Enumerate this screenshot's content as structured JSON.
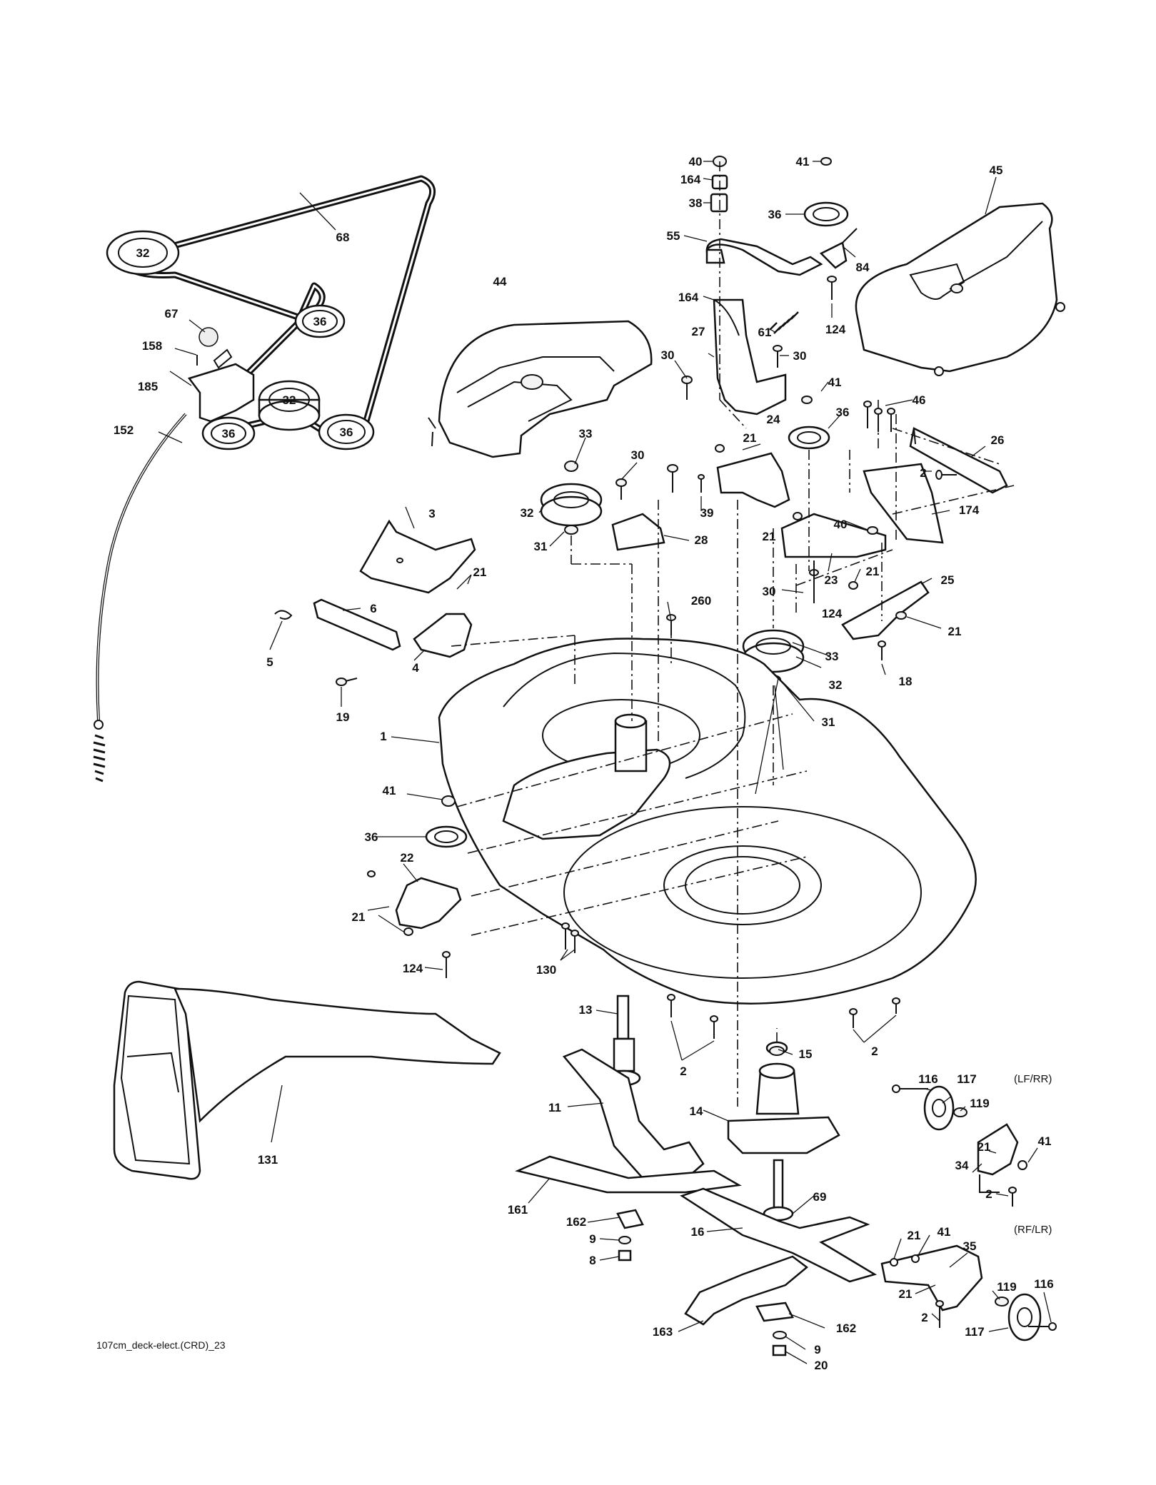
{
  "caption": "107cm_deck-elect.(CRD)_23",
  "variant_labels": {
    "lf_rr": "(LF/RR)",
    "rf_lr": "(RF/LR)"
  },
  "callouts": [
    {
      "id": "40a",
      "text": "40"
    },
    {
      "id": "164a",
      "text": "164"
    },
    {
      "id": "38",
      "text": "38"
    },
    {
      "id": "55",
      "text": "55"
    },
    {
      "id": "164b",
      "text": "164"
    },
    {
      "id": "41a",
      "text": "41"
    },
    {
      "id": "36a",
      "text": "36"
    },
    {
      "id": "84",
      "text": "84"
    },
    {
      "id": "45",
      "text": "45"
    },
    {
      "id": "124a",
      "text": "124"
    },
    {
      "id": "61",
      "text": "61"
    },
    {
      "id": "27",
      "text": "27"
    },
    {
      "id": "30a",
      "text": "30"
    },
    {
      "id": "30b",
      "text": "30"
    },
    {
      "id": "41b",
      "text": "41"
    },
    {
      "id": "36b",
      "text": "36"
    },
    {
      "id": "46",
      "text": "46"
    },
    {
      "id": "24",
      "text": "24"
    },
    {
      "id": "21a",
      "text": "21"
    },
    {
      "id": "26",
      "text": "26"
    },
    {
      "id": "2a",
      "text": "2"
    },
    {
      "id": "174",
      "text": "174"
    },
    {
      "id": "68",
      "text": "68"
    },
    {
      "id": "32a",
      "text": "32"
    },
    {
      "id": "36c",
      "text": "36"
    },
    {
      "id": "32b",
      "text": "32"
    },
    {
      "id": "36d",
      "text": "36"
    },
    {
      "id": "36e",
      "text": "36"
    },
    {
      "id": "67",
      "text": "67"
    },
    {
      "id": "158",
      "text": "158"
    },
    {
      "id": "185",
      "text": "185"
    },
    {
      "id": "152",
      "text": "152"
    },
    {
      "id": "44",
      "text": "44"
    },
    {
      "id": "33a",
      "text": "33"
    },
    {
      "id": "30c",
      "text": "30"
    },
    {
      "id": "39",
      "text": "39"
    },
    {
      "id": "32c",
      "text": "32"
    },
    {
      "id": "31a",
      "text": "31"
    },
    {
      "id": "28",
      "text": "28"
    },
    {
      "id": "21b",
      "text": "21"
    },
    {
      "id": "40b",
      "text": "40"
    },
    {
      "id": "23",
      "text": "23"
    },
    {
      "id": "21c",
      "text": "21"
    },
    {
      "id": "25",
      "text": "25"
    },
    {
      "id": "30d",
      "text": "30"
    },
    {
      "id": "124b",
      "text": "124"
    },
    {
      "id": "21d",
      "text": "21"
    },
    {
      "id": "18",
      "text": "18"
    },
    {
      "id": "3",
      "text": "3"
    },
    {
      "id": "21e",
      "text": "21"
    },
    {
      "id": "6",
      "text": "6"
    },
    {
      "id": "5",
      "text": "5"
    },
    {
      "id": "4",
      "text": "4"
    },
    {
      "id": "19",
      "text": "19"
    },
    {
      "id": "260",
      "text": "260"
    },
    {
      "id": "33b",
      "text": "33"
    },
    {
      "id": "32d",
      "text": "32"
    },
    {
      "id": "31b",
      "text": "31"
    },
    {
      "id": "1",
      "text": "1"
    },
    {
      "id": "41c",
      "text": "41"
    },
    {
      "id": "36f",
      "text": "36"
    },
    {
      "id": "22",
      "text": "22"
    },
    {
      "id": "21f",
      "text": "21"
    },
    {
      "id": "124c",
      "text": "124"
    },
    {
      "id": "130",
      "text": "130"
    },
    {
      "id": "13",
      "text": "13"
    },
    {
      "id": "2b",
      "text": "2"
    },
    {
      "id": "2c",
      "text": "2"
    },
    {
      "id": "15",
      "text": "15"
    },
    {
      "id": "131",
      "text": "131"
    },
    {
      "id": "11",
      "text": "11"
    },
    {
      "id": "14",
      "text": "14"
    },
    {
      "id": "116a",
      "text": "116"
    },
    {
      "id": "117a",
      "text": "117"
    },
    {
      "id": "119a",
      "text": "119"
    },
    {
      "id": "21g",
      "text": "21"
    },
    {
      "id": "41d",
      "text": "41"
    },
    {
      "id": "34",
      "text": "34"
    },
    {
      "id": "2d",
      "text": "2"
    },
    {
      "id": "69",
      "text": "69"
    },
    {
      "id": "161",
      "text": "161"
    },
    {
      "id": "162a",
      "text": "162"
    },
    {
      "id": "9a",
      "text": "9"
    },
    {
      "id": "8",
      "text": "8"
    },
    {
      "id": "16",
      "text": "16"
    },
    {
      "id": "21h",
      "text": "21"
    },
    {
      "id": "41e",
      "text": "41"
    },
    {
      "id": "35",
      "text": "35"
    },
    {
      "id": "21i",
      "text": "21"
    },
    {
      "id": "119b",
      "text": "119"
    },
    {
      "id": "116b",
      "text": "116"
    },
    {
      "id": "2e",
      "text": "2"
    },
    {
      "id": "117b",
      "text": "117"
    },
    {
      "id": "163",
      "text": "163"
    },
    {
      "id": "162b",
      "text": "162"
    },
    {
      "id": "9b",
      "text": "9"
    },
    {
      "id": "20",
      "text": "20"
    }
  ]
}
